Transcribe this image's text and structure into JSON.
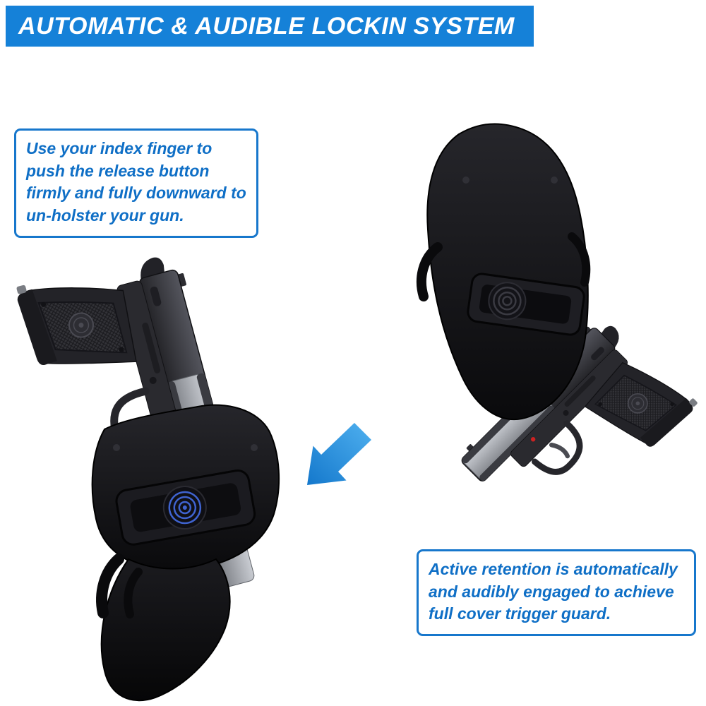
{
  "header": {
    "title": "AUTOMATIC & AUDIBLE LOCKIN SYSTEM",
    "bg_color": "#1581d8",
    "text_color": "#ffffff"
  },
  "callouts": {
    "unholster": {
      "text": "Use your index finger to push the release button firmly and fully downward to un-holster your gun."
    },
    "retention": {
      "text": "Active retention is automatically and audibly engaged to achieve full cover trigger guard."
    }
  },
  "accent_color": "#1777cc",
  "figures": {
    "left": {
      "label": "pistol-being-drawn-from-paddle-holster",
      "release_button_color": "#3f63cf"
    },
    "right": {
      "label": "pistol-fully-holstered-with-active-retention"
    }
  },
  "arrow": {
    "direction": "down-left",
    "color_start": "#4fb0ef",
    "color_end": "#1478cc"
  }
}
